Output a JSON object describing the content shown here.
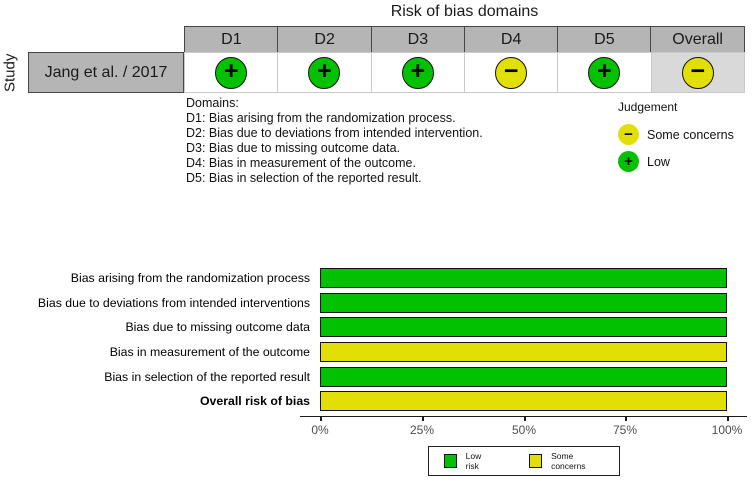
{
  "colors": {
    "low": "#02C100",
    "some_concerns": "#E2DF07",
    "header_gray": "#b5b5b5",
    "overall_cell_gray": "#d9d9d9",
    "axis_text_gray": "#4d4d4d"
  },
  "traffic_light": {
    "title": "Risk of bias domains",
    "y_axis_label": "Study",
    "columns": [
      "D1",
      "D2",
      "D3",
      "D4",
      "D5",
      "Overall"
    ],
    "row": {
      "study": "Jang et al. / 2017",
      "cells": [
        {
          "domain": "D1",
          "judgement": "Low",
          "symbol": "+",
          "color": "#02C100"
        },
        {
          "domain": "D2",
          "judgement": "Low",
          "symbol": "+",
          "color": "#02C100"
        },
        {
          "domain": "D3",
          "judgement": "Low",
          "symbol": "+",
          "color": "#02C100"
        },
        {
          "domain": "D4",
          "judgement": "Some concerns",
          "symbol": "−",
          "color": "#E2DF07"
        },
        {
          "domain": "D5",
          "judgement": "Low",
          "symbol": "+",
          "color": "#02C100"
        },
        {
          "domain": "Overall",
          "judgement": "Some concerns",
          "symbol": "−",
          "color": "#E2DF07"
        }
      ]
    },
    "domains_note": {
      "heading": "Domains:",
      "lines": [
        "D1: Bias arising from the randomization process.",
        "D2: Bias due to deviations from intended intervention.",
        "D3: Bias due to missing outcome data.",
        "D4: Bias in measurement of the outcome.",
        "D5: Bias in selection of the reported result."
      ]
    },
    "judgement_legend": {
      "title": "Judgement",
      "items": [
        {
          "symbol": "−",
          "label": "Some concerns",
          "color": "#E2DF07"
        },
        {
          "symbol": "+",
          "label": "Low",
          "color": "#02C100"
        }
      ]
    }
  },
  "chart_data": {
    "type": "bar",
    "orientation": "horizontal",
    "stacked_percent": true,
    "title": "",
    "xlabel": "",
    "ylabel": "",
    "xlim": [
      0,
      100
    ],
    "grid": false,
    "categories": [
      "Bias arising from the randomization process",
      "Bias due to deviations from intended interventions",
      "Bias due to missing outcome data",
      "Bias in measurement of the outcome",
      "Bias in selection of the reported result",
      "Overall risk of bias"
    ],
    "series": [
      {
        "name": "Low risk",
        "color": "#02C100",
        "values": [
          100,
          100,
          100,
          0,
          100,
          0
        ]
      },
      {
        "name": "Some concerns",
        "color": "#E2DF07",
        "values": [
          0,
          0,
          0,
          100,
          0,
          100
        ]
      }
    ],
    "bars": [
      {
        "label": "Bias arising from the randomization process",
        "judgement": "Low risk",
        "value": 100,
        "color": "#02C100"
      },
      {
        "label": "Bias due to deviations from intended interventions",
        "judgement": "Low risk",
        "value": 100,
        "color": "#02C100"
      },
      {
        "label": "Bias due to missing outcome data",
        "judgement": "Low risk",
        "value": 100,
        "color": "#02C100"
      },
      {
        "label": "Bias in measurement of the outcome",
        "judgement": "Some concerns",
        "value": 100,
        "color": "#E2DF07"
      },
      {
        "label": "Bias in selection of the reported result",
        "judgement": "Low risk",
        "value": 100,
        "color": "#02C100"
      },
      {
        "label": "Overall risk of bias",
        "judgement": "Some concerns",
        "value": 100,
        "color": "#E2DF07"
      }
    ],
    "xticks": [
      "0%",
      "25%",
      "50%",
      "75%",
      "100%"
    ],
    "legend": {
      "position": "bottom",
      "items": [
        {
          "label": "Low risk",
          "color": "#02C100"
        },
        {
          "label": "Some concerns",
          "color": "#E2DF07"
        }
      ]
    }
  }
}
